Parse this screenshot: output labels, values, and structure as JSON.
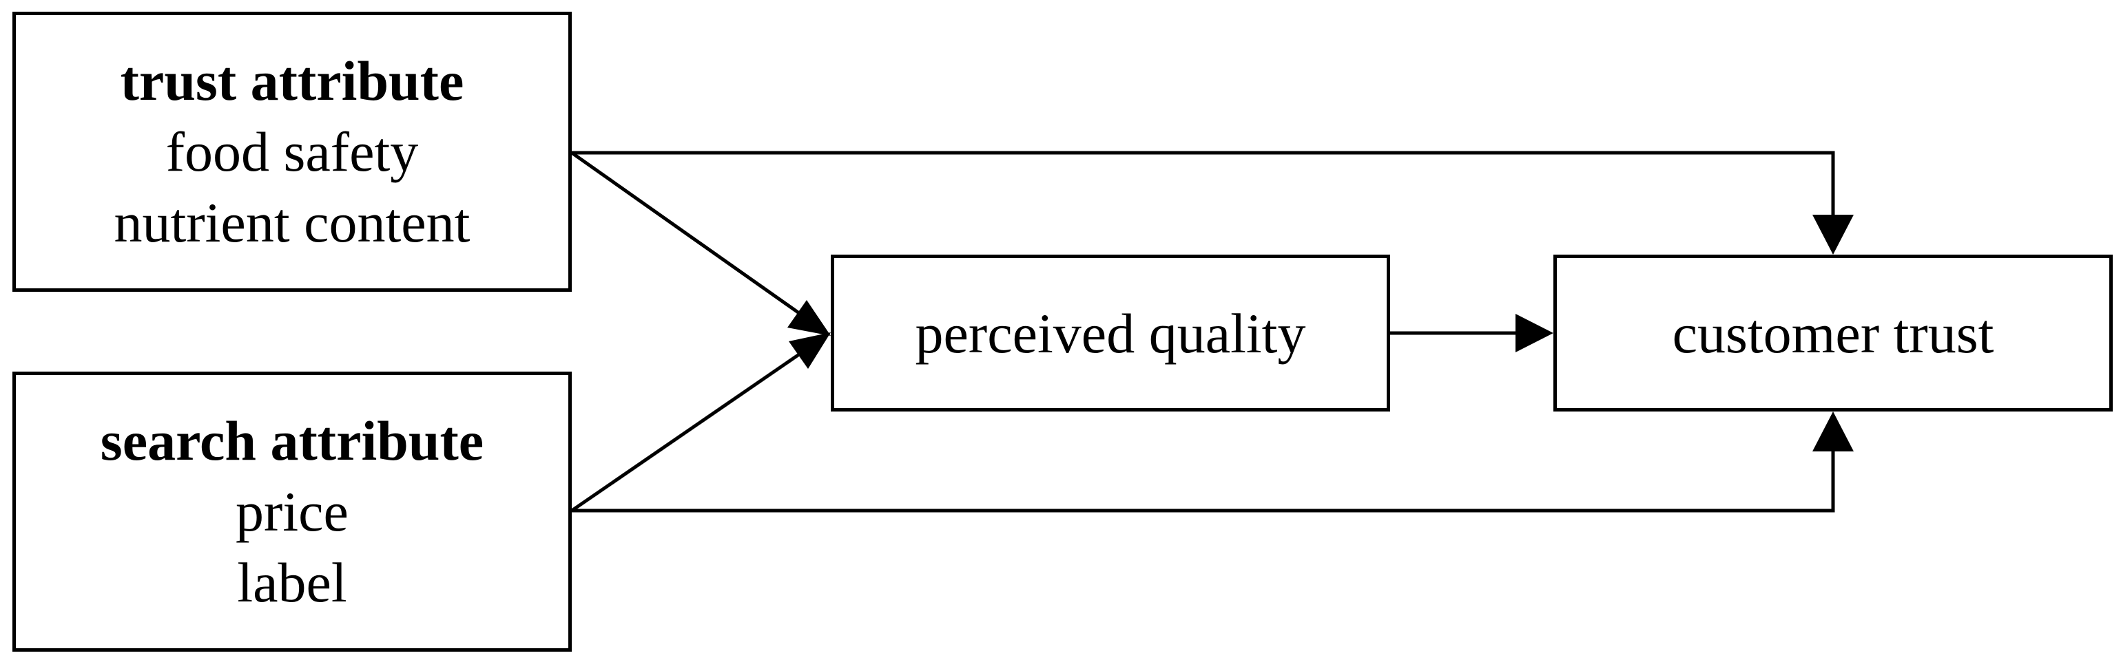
{
  "diagram": {
    "trust_attribute": {
      "heading": "trust attribute",
      "items": [
        "food safety",
        "nutrient content"
      ]
    },
    "search_attribute": {
      "heading": "search attribute",
      "items": [
        "price",
        "label"
      ]
    },
    "perceived_quality": {
      "label": "perceived quality"
    },
    "customer_trust": {
      "label": "customer trust"
    },
    "edges": [
      {
        "from": "trust attribute",
        "to": "perceived quality"
      },
      {
        "from": "search attribute",
        "to": "perceived quality"
      },
      {
        "from": "trust attribute",
        "to": "customer trust"
      },
      {
        "from": "search attribute",
        "to": "customer trust"
      },
      {
        "from": "perceived quality",
        "to": "customer trust"
      }
    ]
  }
}
